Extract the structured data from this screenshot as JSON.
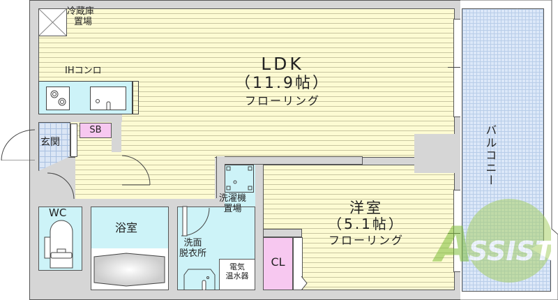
{
  "floorplan": {
    "rooms": {
      "ldk": {
        "name": "LDK",
        "size": "（11.9帖）",
        "floor": "フローリング"
      },
      "western": {
        "name": "洋室",
        "size": "（5.1帖）",
        "floor": "フローリング"
      },
      "entrance": {
        "name": "玄関"
      },
      "shoebox": {
        "name": "SB"
      },
      "wc": {
        "name": "WC"
      },
      "bath": {
        "name": "浴室"
      },
      "washroom": {
        "line1": "洗面",
        "line2": "脱衣所"
      },
      "washer": {
        "line1": "洗濯機",
        "line2": "置場"
      },
      "water_heater": {
        "line1": "電気",
        "line2": "温水器"
      },
      "closet": {
        "name": "CL"
      },
      "balcony": {
        "name": "バルコニー"
      }
    },
    "fixtures": {
      "fridge": {
        "line1": "冷蔵庫",
        "line2": "置場"
      },
      "stove": {
        "name": "IHコンロ"
      }
    },
    "watermark": {
      "text": "ASSIST",
      "color": "#8dc63f"
    },
    "colors": {
      "wall": "#d6d6d6",
      "floor": "#fdfbd3",
      "wet_area": "#cdf3f8",
      "storage": "#f7c8f0",
      "balcony": "#dce8f8"
    }
  }
}
